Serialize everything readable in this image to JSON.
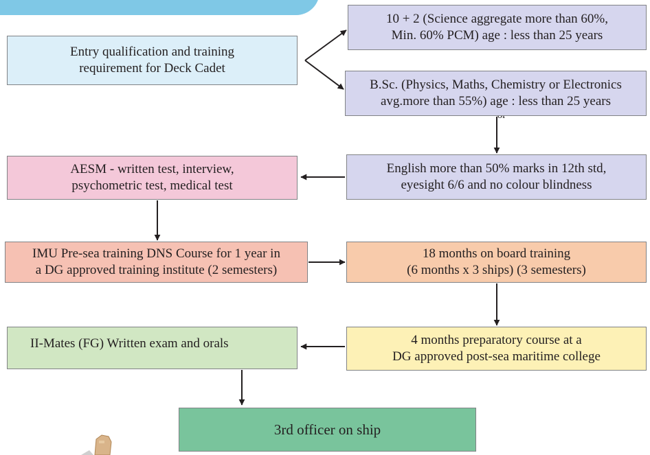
{
  "colors": {
    "tab": "#7fc8e6",
    "light_blue": "#dceff9",
    "lavender": "#d6d6ee",
    "pink": "#f4c8d9",
    "salmon": "#f6c1b3",
    "peach": "#f8cbab",
    "yellow": "#fdf1b6",
    "green_light": "#d1e7c3",
    "green_dark": "#79c49c",
    "arrow": "#231f20"
  },
  "nodes": {
    "entry": {
      "lines": [
        "Entry qualification and training",
        "requirement for Deck Cadet"
      ]
    },
    "tenplus2": {
      "lines": [
        "10 + 2 (Science aggregate more than 60%,",
        "Min. 60% PCM) age : less than 25 years"
      ]
    },
    "bsc": {
      "lines": [
        "B.Sc. (Physics, Maths, Chemistry or Electronics",
        "avg.more than 55%) age : less than 25 years"
      ]
    },
    "english": {
      "lines": [
        "English more than 50% marks in 12th std,",
        "eyesight 6/6 and no colour blindness"
      ]
    },
    "aesm": {
      "lines": [
        "AESM - written test, interview,",
        "psychometric test, medical test"
      ]
    },
    "imu": {
      "lines": [
        "IMU Pre-sea training DNS Course for 1 year in",
        "a DG approved training institute (2 semesters)"
      ]
    },
    "onboard": {
      "lines": [
        "18 months on board training",
        "(6 months x 3 ships) (3 semesters)"
      ]
    },
    "prep": {
      "lines": [
        "4 months preparatory course at a",
        "DG approved post-sea maritime college"
      ]
    },
    "mates": {
      "lines": [
        "II-Mates (FG) Written exam and orals"
      ]
    },
    "officer": {
      "lines": [
        "3rd officer on ship"
      ]
    }
  },
  "connector_label": "or"
}
